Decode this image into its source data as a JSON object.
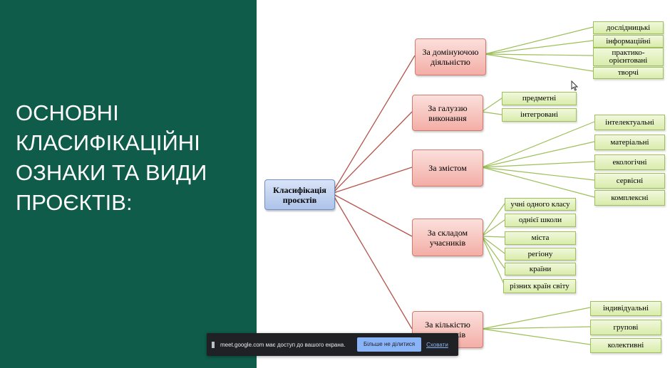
{
  "colors": {
    "panel_bg": "#0f5c4a",
    "title_text": "#ffffff",
    "connector_root": "#b5544a",
    "connector_leaf": "#9cc05a",
    "root_fill": "#bcd0ef",
    "category_fill": "#f6c2bb",
    "leaf_fill": "#e3f1bd",
    "sharebar_bg": "#202124",
    "button_blue": "#8ab4f8"
  },
  "slide": {
    "title_lines": [
      "ОСНОВНІ",
      "КЛАСИФІКАЦІЙНІ",
      "ОЗНАКИ ТА ВИДИ",
      "ПРОЄКТІВ:"
    ],
    "diagram": {
      "root": "Класифікація проєктів",
      "categories": [
        {
          "label": "За домінуючою діяльністю",
          "items": [
            "дослідницькі",
            "інформаційні",
            "практико-орієнтовані",
            "творчі"
          ]
        },
        {
          "label": "За галуззю виконання",
          "items": [
            "предметні",
            "інтегровані"
          ]
        },
        {
          "label": "За змістом",
          "items": [
            "інтелектуальні",
            "матеріальні",
            "екологічні",
            "сервісні",
            "комплексні"
          ]
        },
        {
          "label": "За складом учасників",
          "items": [
            "учні одного класу",
            "однієї школи",
            "міста",
            "регіону",
            "країни",
            "різних країн світу"
          ]
        },
        {
          "label": "За кількістю учасників",
          "items": [
            "індивідуальні",
            "групові",
            "колективні"
          ]
        }
      ]
    }
  },
  "share_bar": {
    "message": "meet.google.com має доступ до вашого екрана.",
    "stop_label": "Більше не ділитися",
    "hide_label": "Сховати",
    "pause_icon": "pause-icon"
  }
}
